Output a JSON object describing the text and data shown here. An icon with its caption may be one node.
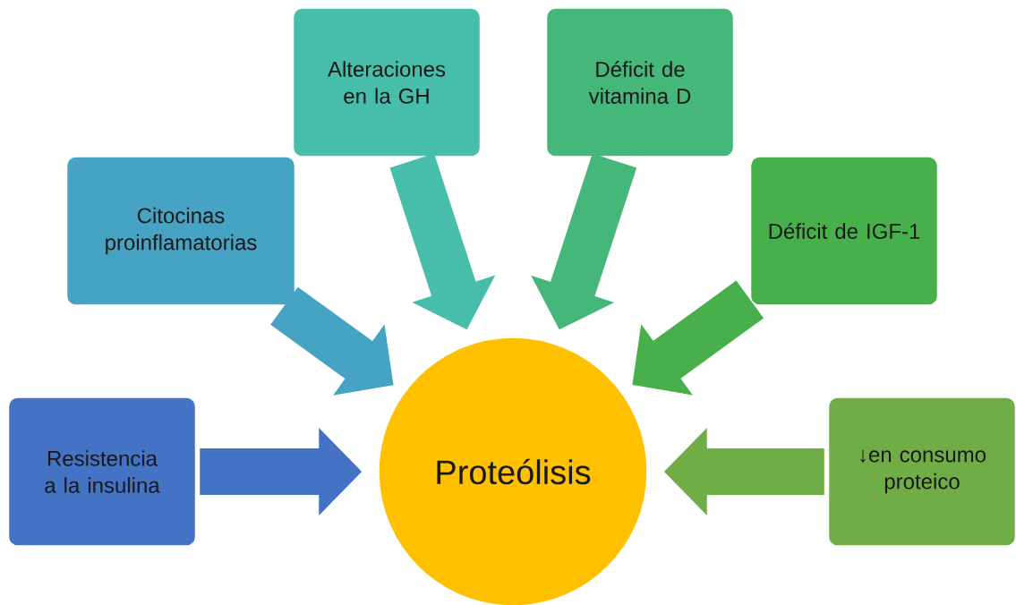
{
  "diagram": {
    "nodes": [
      {
        "text": [
          "Alteraciones en la GH"
        ]
      },
      {
        "text": [
          "Déficit de vitamina D"
        ]
      },
      {
        "text": [
          "Citocinas proinflamatorias"
        ]
      },
      {
        "text": [
          "Déficit de IGF-1"
        ]
      },
      {
        "text": [
          "Resistencia a la insulina"
        ]
      },
      {
        "text": [
          "Proteólisis"
        ]
      },
      {
        "text": [
          "↓en consumo proteico"
        ]
      }
    ],
    "edges": [
      {
        "from": 4,
        "to": 5,
        "arrow": "to",
        "color": "#4472c4"
      },
      {
        "from": 2,
        "to": 5,
        "arrow": "to",
        "color": "#46a3c4"
      },
      {
        "from": 0,
        "to": 5,
        "arrow": "to",
        "color": "#46bea9"
      },
      {
        "from": 1,
        "to": 5,
        "arrow": "to",
        "color": "#46b77a"
      },
      {
        "from": 3,
        "to": 5,
        "arrow": "to",
        "color": "#47b04a"
      },
      {
        "from": 6,
        "to": 5,
        "arrow": "to",
        "color": "#70ad47"
      }
    ]
  }
}
